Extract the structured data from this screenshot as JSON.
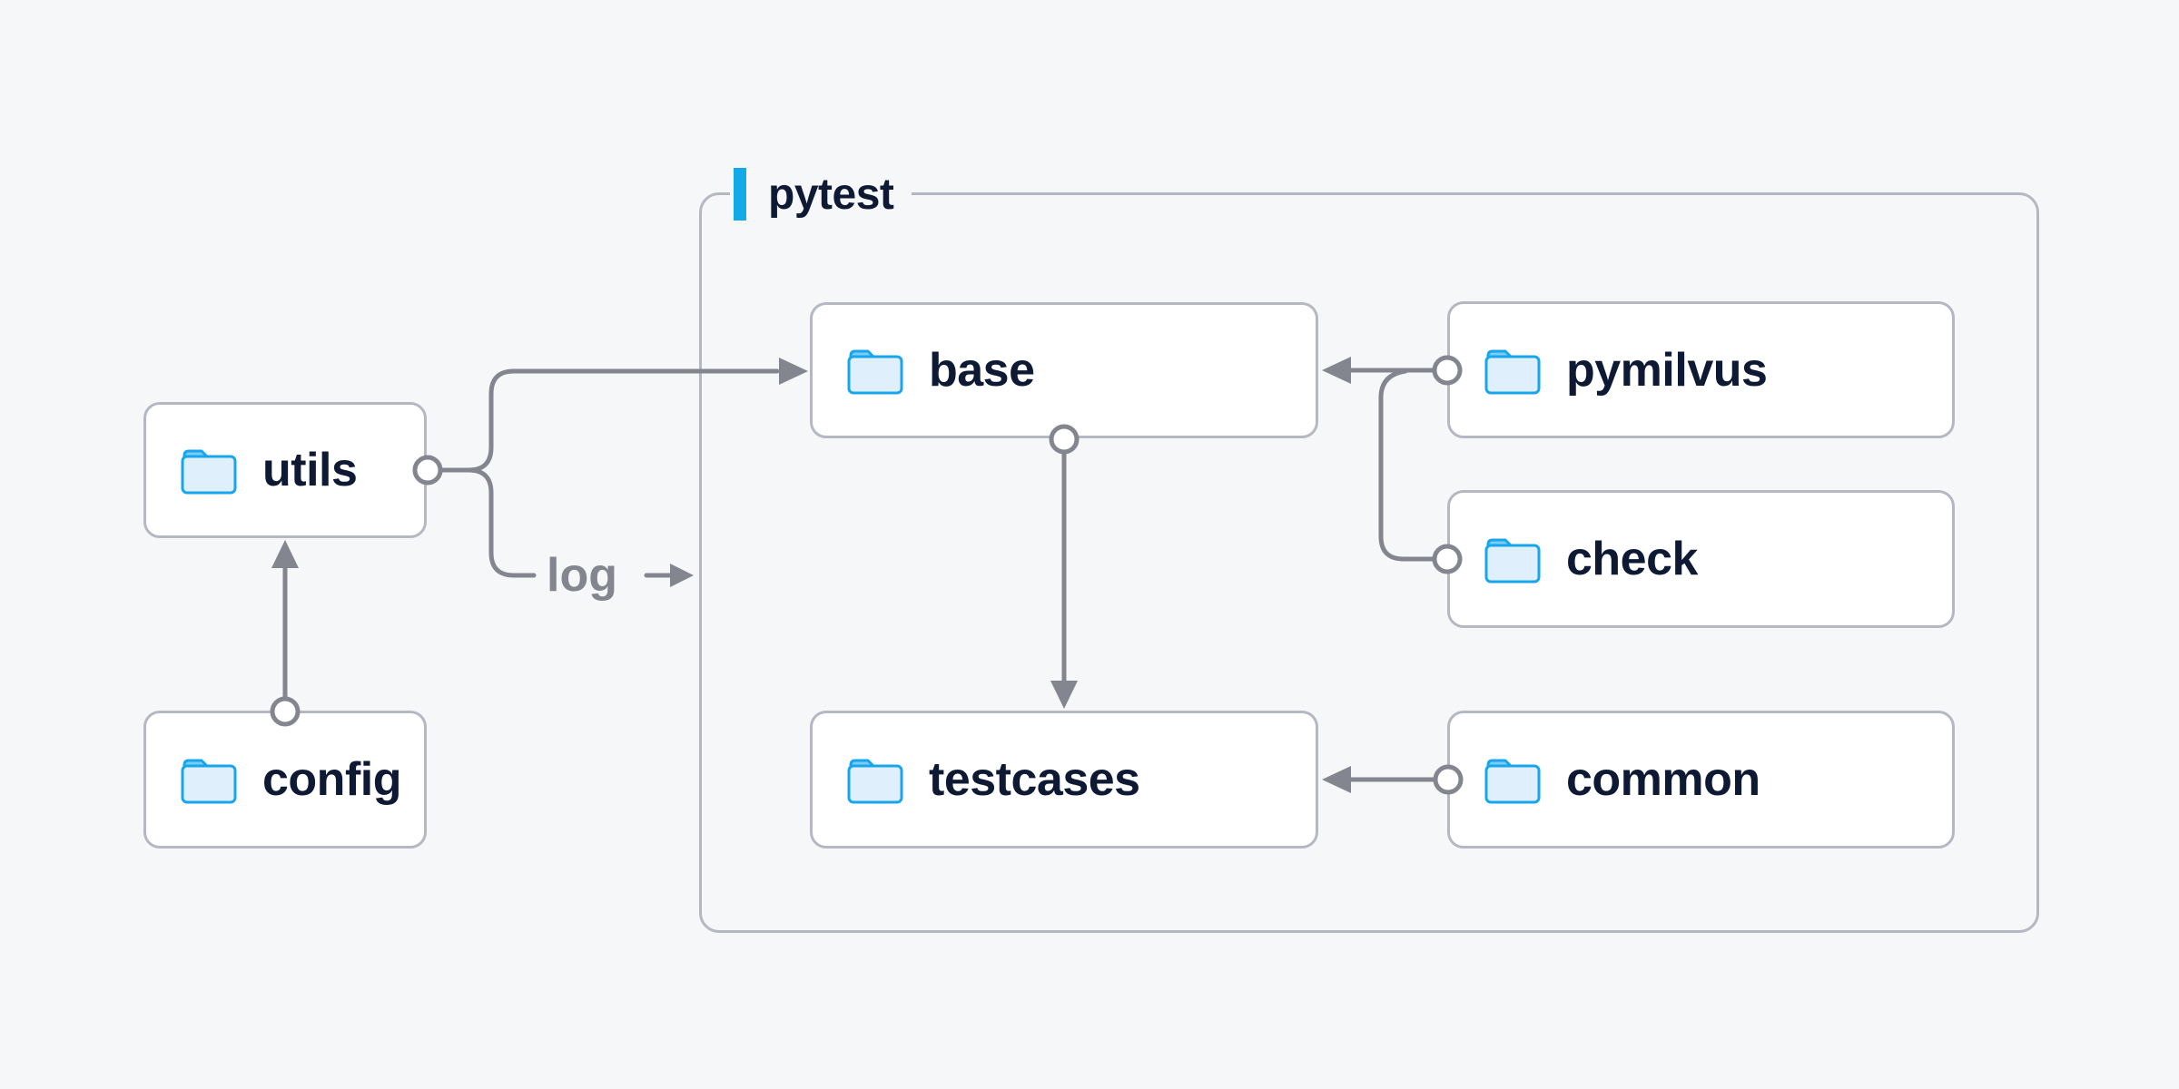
{
  "diagram": {
    "container": {
      "label": "pytest"
    },
    "nodes": [
      {
        "id": "utils",
        "label": "utils"
      },
      {
        "id": "config",
        "label": "config"
      },
      {
        "id": "base",
        "label": "base"
      },
      {
        "id": "pymilvus",
        "label": "pymilvus"
      },
      {
        "id": "check",
        "label": "check"
      },
      {
        "id": "testcases",
        "label": "testcases"
      },
      {
        "id": "common",
        "label": "common"
      }
    ],
    "edges": [
      {
        "from": "config",
        "to": "utils"
      },
      {
        "from": "utils",
        "to": "base"
      },
      {
        "from": "utils",
        "to": "pytest",
        "label": "log"
      },
      {
        "from": "base",
        "to": "testcases"
      },
      {
        "from": "pymilvus",
        "to": "base"
      },
      {
        "from": "check",
        "to": "base"
      },
      {
        "from": "common",
        "to": "testcases"
      }
    ],
    "colors": {
      "background": "#F6F7F9",
      "node_fill": "#FFFFFF",
      "node_border": "#B5B8C3",
      "node_text": "#0E1A33",
      "connector": "#83858F",
      "accent_blue": "#12A9E9",
      "folder_stroke": "#17A6EE",
      "folder_fill": "#DFF0FC",
      "folder_tab": "#7BCBF3"
    }
  }
}
